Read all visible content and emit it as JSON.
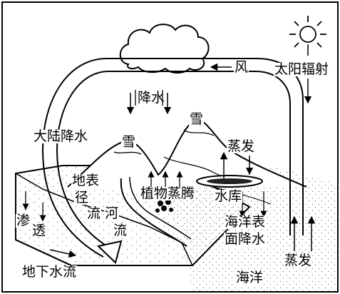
{
  "title": "",
  "labels": {
    "wind": "风",
    "solar_radiation": "太阳辐射",
    "precipitation": "降水",
    "continental_precipitation": "大陆降水",
    "snow_left": "雪",
    "snow_right": "雪",
    "evaporation_land": "蒸发",
    "surface_runoff_1": "地表",
    "surface_runoff_2": "径",
    "surface_runoff_3": "流",
    "river_1": "河",
    "river_2": "流",
    "transpiration": "植物蒸腾",
    "reservoir": "水库",
    "infiltration_1": "渗",
    "infiltration_2": "透",
    "ocean_precip_1": "海洋表",
    "ocean_precip_2": "面降水",
    "evaporation_ocean": "蒸发",
    "groundwater_flow": "地下水流",
    "ocean": "海洋"
  },
  "colors": {
    "line": "#000000",
    "background": "#ffffff",
    "stipple": "#666666"
  }
}
